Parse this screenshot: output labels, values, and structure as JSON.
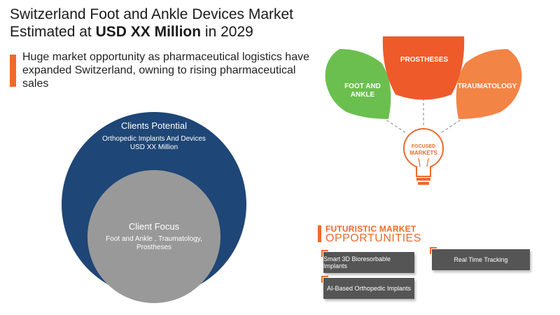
{
  "header": {
    "title_line1": "Switzerland Foot and Ankle Devices Market",
    "title_prefix": "Estimated at ",
    "title_bold": "USD XX Million",
    "title_suffix": " in 2029",
    "subtitle": "Huge market opportunity as pharmaceutical logistics have expanded Switzerland, owning to rising pharmaceutical sales"
  },
  "clients": {
    "potential_title": "Clients Potential",
    "potential_desc_line1": "Orthopedic Implants And Devices",
    "potential_desc_line2": "USD XX  Million",
    "focus_title": "Client Focus",
    "focus_desc_line1": "Foot and Ankle , Traumatology,",
    "focus_desc_line2": "Prostheses"
  },
  "focused": {
    "foot_line1": "FOOT AND",
    "foot_line2": "ANKLE",
    "prostheses": "PROSTHESES",
    "traumatology": "TRAUMATOLOGY",
    "bulb_line1": "FOCUSED",
    "bulb_line2": "MARKETS"
  },
  "futuristic": {
    "heading_line1": "FUTURISTIC MARKET",
    "heading_line2": "OPPORTUNITIES",
    "items": [
      "Smart 3D Bioresorbable Implants",
      "Real Time Tracking",
      "AI-Based Orthopedic Implants"
    ]
  },
  "colors": {
    "accent": "#ee6a2c",
    "navy": "#1e4676",
    "grey_circle": "#999999",
    "green": "#6bbf4e",
    "orange_red": "#ef5a2b",
    "orange": "#f28446",
    "box_grey": "#555555"
  }
}
